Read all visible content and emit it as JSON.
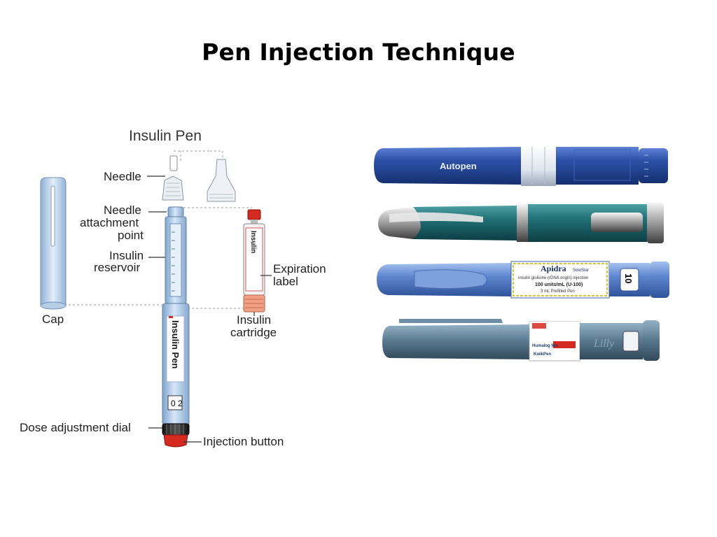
{
  "slide": {
    "title": "Pen Injection Technique"
  },
  "diagram": {
    "title": "Insulin Pen",
    "labels": {
      "needle": "Needle",
      "needle_attachment_1": "Needle",
      "needle_attachment_2": "attachment",
      "needle_attachment_3": "point",
      "reservoir_1": "Insulin",
      "reservoir_2": "reservoir",
      "cap": "Cap",
      "expiration_1": "Expiration",
      "expiration_2": "label",
      "cartridge_1": "Insulin",
      "cartridge_2": "cartridge",
      "dose_dial": "Dose adjustment dial",
      "injection_button": "Injection button"
    },
    "pen_body_text": "Insulin Pen",
    "cartridge_text": "Insulin"
  },
  "photos": {
    "pen1_brand": "Autopen",
    "pen3_brand": "Apidra",
    "pen3_sub": "SoloStar",
    "pen3_line1": "insulin glulisine (rDNA origin) injection",
    "pen3_line2": "100 units/mL (U-100)",
    "pen3_line3": "3 mL Prefilled Pen",
    "pen3_window": "10",
    "pen4_brand": "Lilly",
    "pen4_label1": "Humalog Mix",
    "pen4_label2": "KwikPen"
  },
  "colors": {
    "pen_light_blue": "#a9c8e8",
    "autopen_blue": "#2a4fa3",
    "teal_pen": "#1e6e73",
    "apidra_blue": "#5f88cf",
    "kwikpen_gray": "#5b7c92",
    "cartridge_red": "#d52a1f"
  }
}
